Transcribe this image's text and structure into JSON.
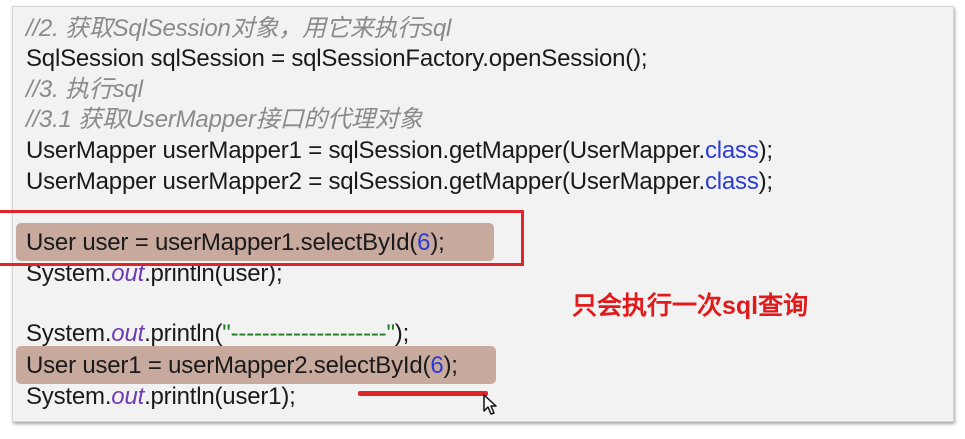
{
  "code_lines": {
    "l1": "//2. 获取SqlSession对象，用它来执行sql",
    "l2": "SqlSession sqlSession = sqlSessionFactory.openSession();",
    "l3": "//3. 执行sql",
    "l4": "//3.1 获取UserMapper接口的代理对象",
    "l5_pre": "UserMapper userMapper1 = sqlSession.getMapper(UserMapper.",
    "l5_kw": "class",
    "l5_post": ");",
    "l6_pre": "UserMapper userMapper2 = sqlSession.getMapper(UserMapper.",
    "l6_kw": "class",
    "l6_post": ");",
    "l7_pre": "User user = userMapper1.selectById(",
    "l7_num": "6",
    "l7_post": ");",
    "l8_pre": "System.",
    "l8_field": "out",
    "l8_post": ".println(user);",
    "l9_pre": "System.",
    "l9_field": "out",
    "l9_mid": ".println(",
    "l9_str": "\"--------------------\"",
    "l9_post": ");",
    "l10_pre": "User user1 = userMapper2.selectById(",
    "l10_num": "6",
    "l10_post": ");",
    "l11_pre": "System.",
    "l11_field": "out",
    "l11_post": ".println(user1);"
  },
  "annotation": "只会执行一次sql查询",
  "colors": {
    "comment": "#8a8a8a",
    "keyword": "#2a3bd6",
    "highlight": "#c7a99e",
    "annotation_red": "#e01b1b"
  },
  "icons": {
    "cursor": "mouse-pointer-icon"
  }
}
